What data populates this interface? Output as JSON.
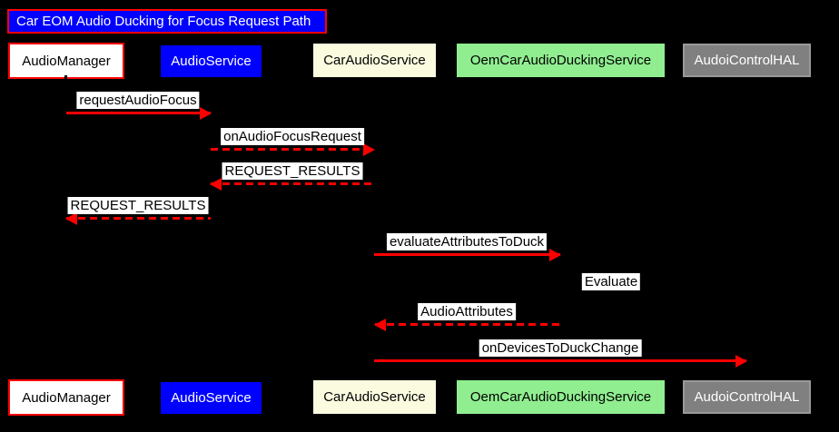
{
  "diagram_type": "sequence",
  "title": "Car EOM Audio Ducking for Focus Request Path",
  "participants": [
    {
      "name": "AudioManager",
      "bg": "#ffffff",
      "text": "#000000",
      "border": "#ff0000"
    },
    {
      "name": "AudioService",
      "bg": "#0000ff",
      "text": "#ffffff"
    },
    {
      "name": "CarAudioService",
      "bg": "#fbfbe0",
      "text": "#000000"
    },
    {
      "name": "OemCarAudioDuckingService",
      "bg": "#90ee90",
      "text": "#000000"
    },
    {
      "name": "AudoiControlHAL",
      "bg": "#808080",
      "text": "#ffffff",
      "border": "#999999"
    }
  ],
  "messages": [
    {
      "label": "requestAudioFocus",
      "from": "AudioManager",
      "to": "AudioService",
      "line": "solid",
      "direction": "right"
    },
    {
      "label": "onAudioFocusRequest",
      "from": "AudioService",
      "to": "CarAudioService",
      "line": "dashed",
      "direction": "right"
    },
    {
      "label": "REQUEST_RESULTS",
      "from": "CarAudioService",
      "to": "AudioService",
      "line": "dashed",
      "direction": "left"
    },
    {
      "label": "REQUEST_RESULTS",
      "from": "AudioService",
      "to": "AudioManager",
      "line": "dashed",
      "direction": "left"
    },
    {
      "label": "evaluateAttributesToDuck",
      "from": "CarAudioService",
      "to": "OemCarAudioDuckingService",
      "line": "solid",
      "direction": "right"
    },
    {
      "label": "Evaluate",
      "from": "OemCarAudioDuckingService",
      "to": "OemCarAudioDuckingService",
      "line": "self",
      "direction": "self"
    },
    {
      "label": "AudioAttributes",
      "from": "OemCarAudioDuckingService",
      "to": "CarAudioService",
      "line": "dashed",
      "direction": "left"
    },
    {
      "label": "onDevicesToDuckChange",
      "from": "CarAudioService",
      "to": "AudoiControlHAL",
      "line": "solid",
      "direction": "right"
    }
  ],
  "colors": {
    "background": "#000000",
    "arrow": "#ff0000",
    "message_label_bg": "#ffffff",
    "message_label_text": "#000000",
    "title_bg": "#0000ff",
    "title_border": "#ff0000",
    "title_text": "#ffffff"
  }
}
